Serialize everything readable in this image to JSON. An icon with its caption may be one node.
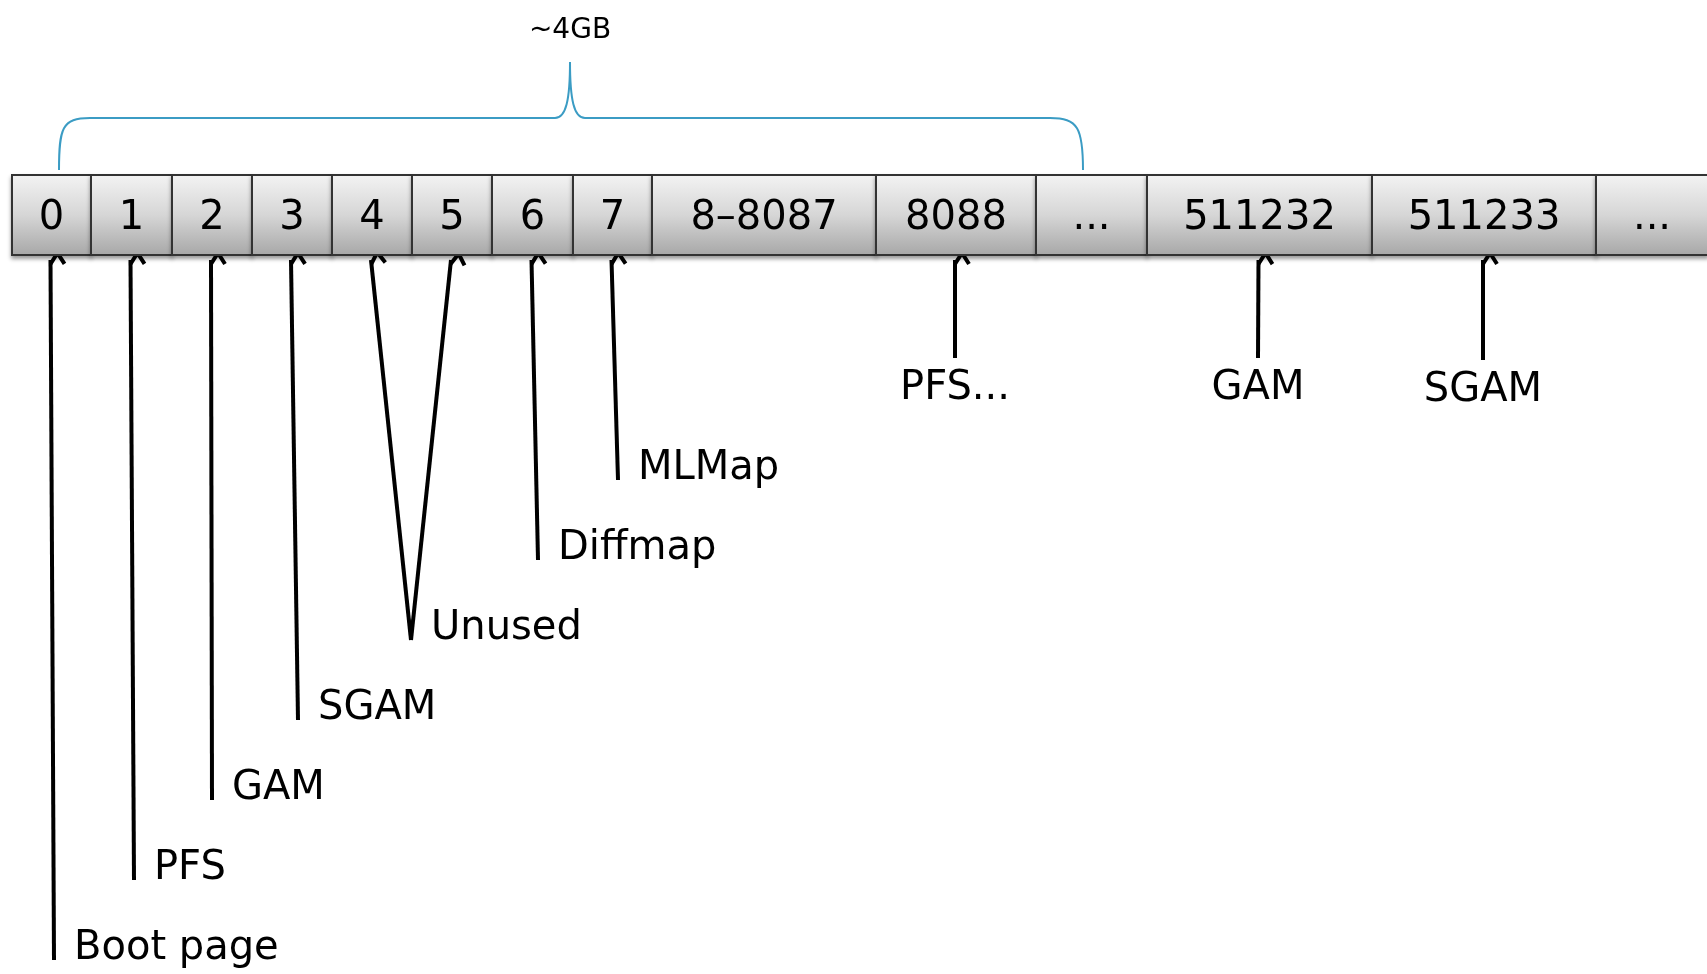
{
  "diagram": {
    "nodes": [
      {
        "text": [
          "0"
        ]
      },
      {
        "text": [
          "1"
        ]
      },
      {
        "text": [
          "2"
        ]
      },
      {
        "text": [
          "3"
        ]
      },
      {
        "text": [
          "4"
        ]
      },
      {
        "text": [
          "5"
        ]
      },
      {
        "text": [
          "6"
        ]
      },
      {
        "text": [
          "7"
        ]
      },
      {
        "text": [
          "8–8087"
        ]
      },
      {
        "text": [
          "8088"
        ]
      },
      {
        "text": [
          "..."
        ]
      },
      {
        "text": [
          "511232"
        ]
      },
      {
        "text": [
          "511233"
        ]
      },
      {
        "text": [
          "..."
        ]
      },
      {
        "text": [
          "Boot page"
        ]
      },
      {
        "text": [
          "PFS"
        ]
      },
      {
        "text": [
          "GAM"
        ]
      },
      {
        "text": [
          "SGAM"
        ]
      },
      {
        "text": [
          "Unused"
        ]
      },
      {
        "text": [
          "Diffmap"
        ]
      },
      {
        "text": [
          "MLMap"
        ]
      },
      {
        "text": [
          "PFS..."
        ]
      },
      {
        "text": [
          "GAM"
        ]
      },
      {
        "text": [
          "SGAM"
        ]
      }
    ],
    "edges": [
      {
        "from": 14,
        "to": 0,
        "arrow": "to"
      },
      {
        "from": 15,
        "to": 1,
        "arrow": "to"
      },
      {
        "from": 16,
        "to": 2,
        "arrow": "to"
      },
      {
        "from": 17,
        "to": 3,
        "arrow": "to"
      },
      {
        "from": 18,
        "to": 4,
        "arrow": "to"
      },
      {
        "from": 18,
        "to": 5,
        "arrow": "to"
      },
      {
        "from": 19,
        "to": 6,
        "arrow": "to"
      },
      {
        "from": 20,
        "to": 7,
        "arrow": "to"
      },
      {
        "from": 21,
        "to": 9,
        "arrow": "to"
      },
      {
        "from": 22,
        "to": 11,
        "arrow": "to"
      },
      {
        "from": 23,
        "to": 12,
        "arrow": "to"
      }
    ],
    "labels": [
      "~4GB"
    ]
  }
}
